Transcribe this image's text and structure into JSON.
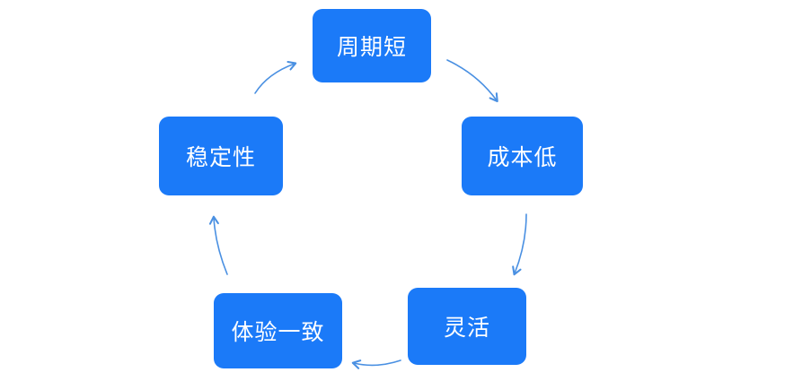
{
  "diagram": {
    "type": "cycle",
    "direction": "clockwise",
    "colors": {
      "node_fill": "#1b7af8",
      "node_text": "#ffffff",
      "arrow": "#4a90e2",
      "background": "#ffffff"
    },
    "nodes": [
      {
        "id": "short-cycle",
        "label": "周期短",
        "position": "top"
      },
      {
        "id": "low-cost",
        "label": "成本低",
        "position": "upper-right"
      },
      {
        "id": "flexible",
        "label": "灵活",
        "position": "lower-right"
      },
      {
        "id": "consistent-experience",
        "label": "体验一致",
        "position": "lower-left"
      },
      {
        "id": "stability",
        "label": "稳定性",
        "position": "upper-left"
      }
    ],
    "arrows": [
      {
        "from": "周期短",
        "to": "成本低"
      },
      {
        "from": "成本低",
        "to": "灵活"
      },
      {
        "from": "灵活",
        "to": "体验一致"
      },
      {
        "from": "体验一致",
        "to": "稳定性"
      },
      {
        "from": "稳定性",
        "to": "周期短"
      }
    ]
  }
}
